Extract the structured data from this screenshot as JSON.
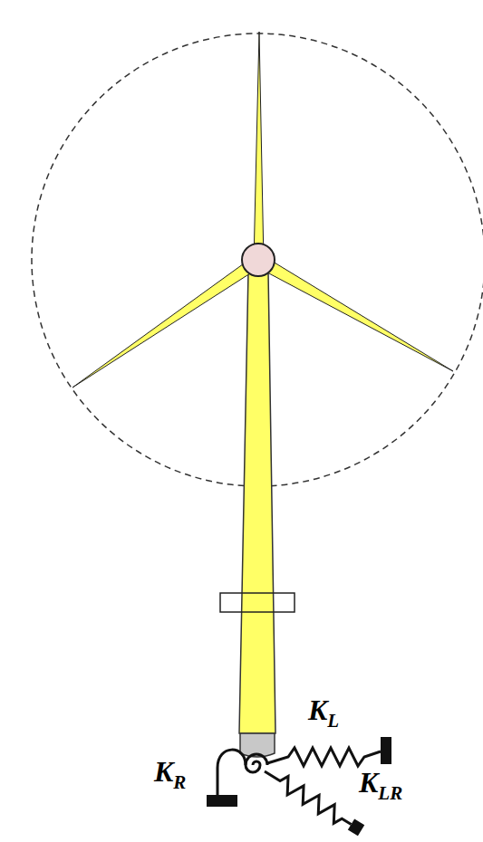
{
  "diagram": {
    "labels": [
      "KL",
      "KR",
      "KLR"
    ]
  }
}
